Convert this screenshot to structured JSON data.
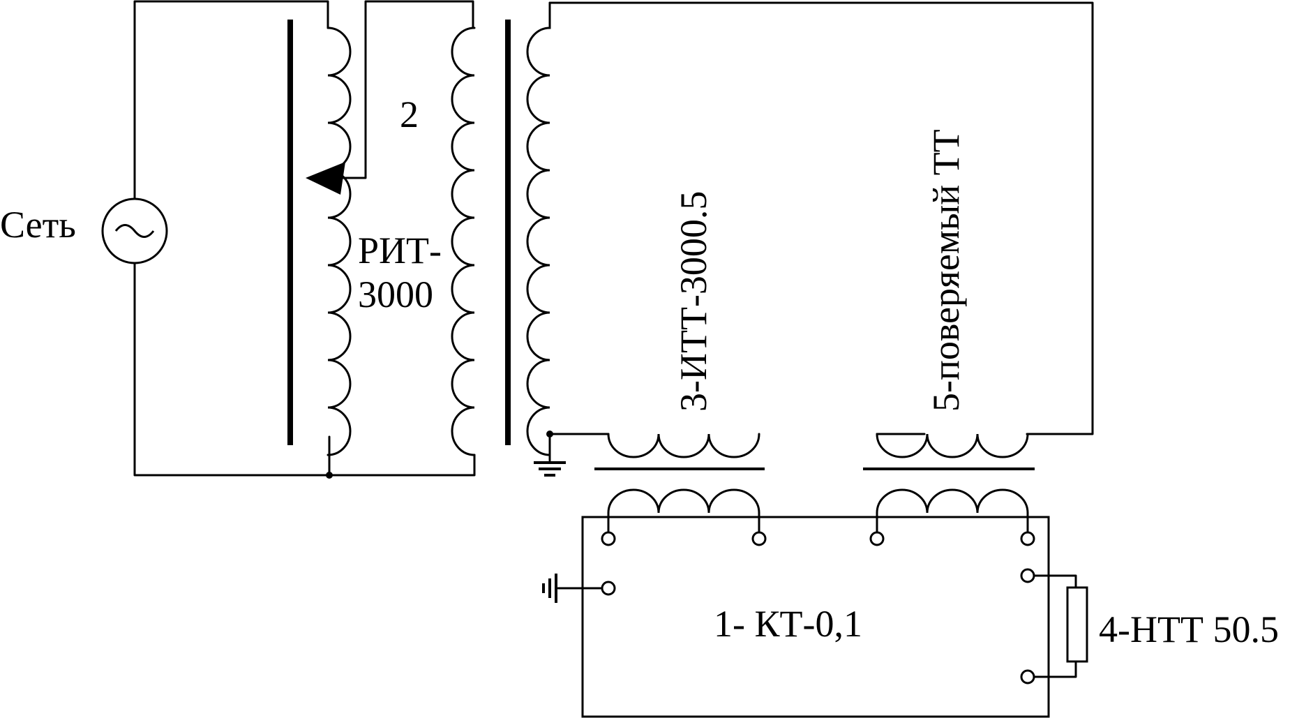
{
  "labels": {
    "network": "Сеть",
    "autotransformer_number": "2",
    "autotransformer_name_line1": "РИТ-",
    "autotransformer_name_line2": "3000",
    "reference_ct": "3-ИТТ-3000.5",
    "tested_ct": "5-поверяемый ТТ",
    "comparator": "1- КТ-0,1",
    "burden": "4-НТТ 50.5"
  }
}
